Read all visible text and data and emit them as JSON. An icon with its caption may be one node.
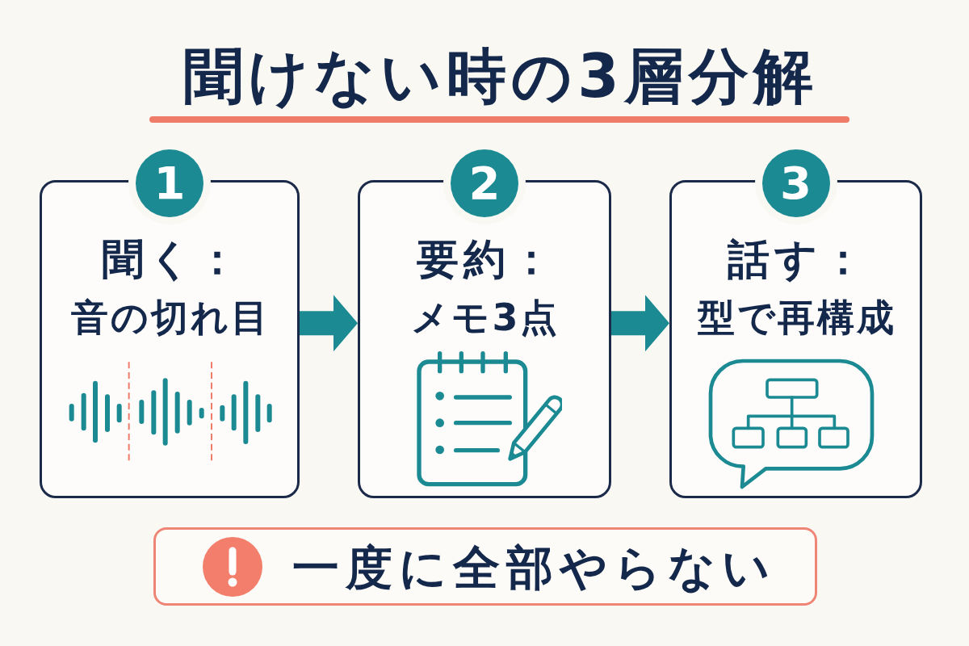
{
  "diagram": {
    "title": "聞けない時の3層分解",
    "nodes": [
      {
        "text": [
          "1",
          "聞く：",
          "音の切れ目"
        ]
      },
      {
        "text": [
          "2",
          "要約：",
          "メモ3点"
        ]
      },
      {
        "text": [
          "3",
          "話す：",
          "型で再構成"
        ]
      },
      {
        "text": [
          "一度に全部やらない"
        ]
      }
    ],
    "edges": [
      {
        "from": 0,
        "to": 1,
        "arrow": "to"
      },
      {
        "from": 1,
        "to": 2,
        "arrow": "to"
      }
    ]
  }
}
